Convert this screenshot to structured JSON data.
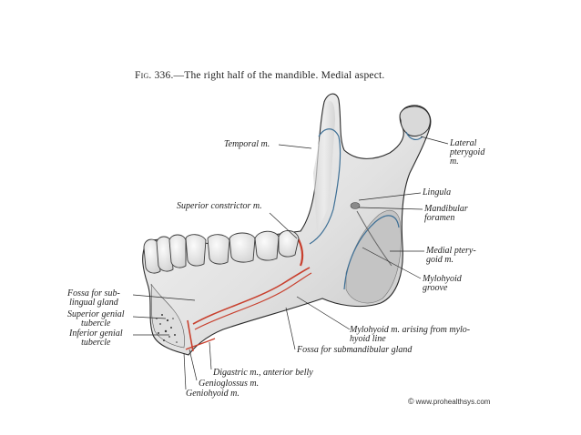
{
  "caption": "Fig. 336.—The right half of the mandible.  Medial aspect.",
  "labels": {
    "temporal": "Temporal m.",
    "lateral_pterygoid": "Lateral\npterygoid\nm.",
    "lingula": "Lingula",
    "mandibular_foramen": "Mandibular\nforamen",
    "superior_constrictor": "Superior constrictor m.",
    "medial_pterygoid": "Medial ptery-\ngoid m.",
    "mylohyoid_groove": "Mylohyoid\ngroove",
    "fossa_sublingual": "Fossa for sub-\nlingual gland",
    "superior_genial": "Superior genial\ntubercle",
    "inferior_genial": "Inferior genial\ntubercle",
    "mylohyoid_line": "Mylohyoid m. arising from mylo-\nhyoid line",
    "fossa_submandibular": "Fossa for submandibular gland",
    "digastric": "Digastric m., anterior belly",
    "genioglossus": "Genioglossus m.",
    "geniohyoid": "Geniohyoid m."
  },
  "credit": "www.prohealthsys.com",
  "colors": {
    "bone": "#ececec",
    "bone_shadow": "#b9b9b9",
    "outline": "#2a2a2a",
    "muscle_red": "#c8402e",
    "muscle_blue": "#3d6f95"
  }
}
